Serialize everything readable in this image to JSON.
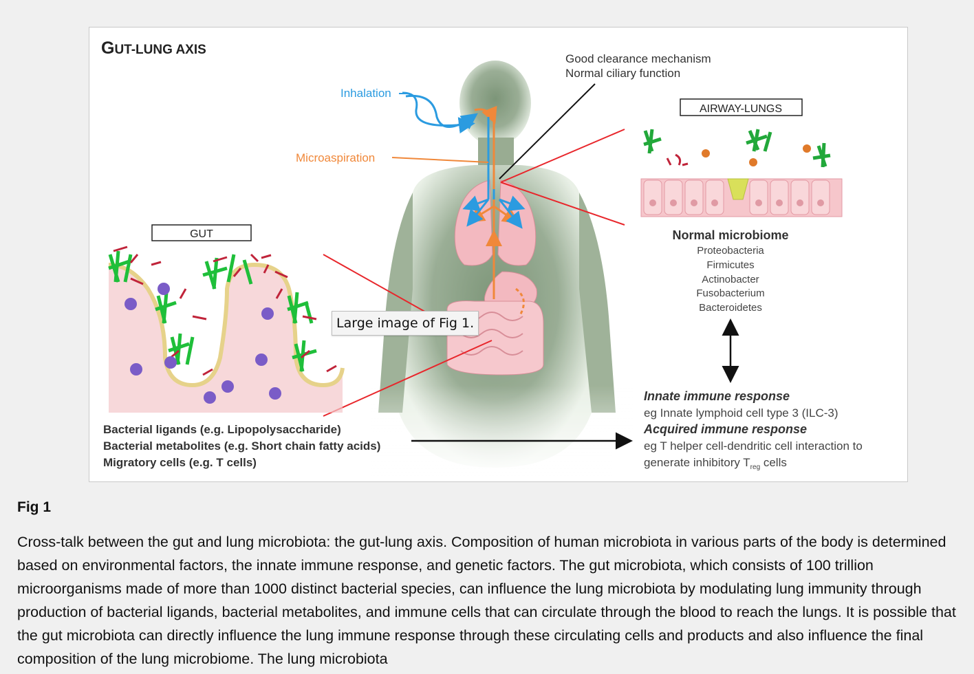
{
  "figure": {
    "title_first": "G",
    "title_rest": "UT-LUNG AXIS",
    "labels": {
      "inhalation": "Inhalation",
      "microaspiration": "Microaspiration",
      "clearance_1": "Good clearance mechanism",
      "clearance_2": "Normal ciliary function",
      "airway_box": "AIRWAY-LUNGS",
      "gut_box": "GUT"
    },
    "microbiome": {
      "heading": "Normal microbiome",
      "items": [
        "Proteobacteria",
        "Firmicutes",
        "Actinobacter",
        "Fusobacterium",
        "Bacteroidetes"
      ]
    },
    "immune": {
      "innate_heading": "Innate immune response",
      "innate_example": "eg  Innate lymphoid cell type 3 (ILC-3)",
      "acquired_heading": "Acquired immune response",
      "acquired_line1": "eg T helper cell-dendritic cell interaction to",
      "acquired_line2_pre": "generate inhibitory T",
      "acquired_sub": "reg",
      "acquired_line2_post": " cells"
    },
    "gut_products": [
      "Bacterial ligands (e.g. Lipopolysaccharide)",
      "Bacterial metabolites (e.g. Short chain fatty acids)",
      "Migratory cells (e.g. T cells)"
    ],
    "colors": {
      "inhalation": "#2b9be0",
      "microaspiration": "#f0883a",
      "pointer": "#e8262b",
      "bacteria": "#1fbf3a",
      "cells": "#7a5cc7"
    }
  },
  "tooltip": "Large image of Fig 1.",
  "fig_label": "Fig 1",
  "caption": "Cross-talk between the gut and lung microbiota: the gut-lung axis. Composition of human microbiota in various parts of the body is determined based on environmental factors, the innate immune response, and genetic factors. The gut microbiota, which consists of 100 trillion microorganisms made of more than 1000 distinct bacterial species, can influence the lung microbiota by modulating lung immunity through production of bacterial ligands, bacterial metabolites, and immune cells that can circulate through the blood to reach the lungs. It is possible that the gut microbiota can directly influence the lung immune response through these circulating cells and products and also influence the final composition of the lung microbiome. The lung microbiota"
}
